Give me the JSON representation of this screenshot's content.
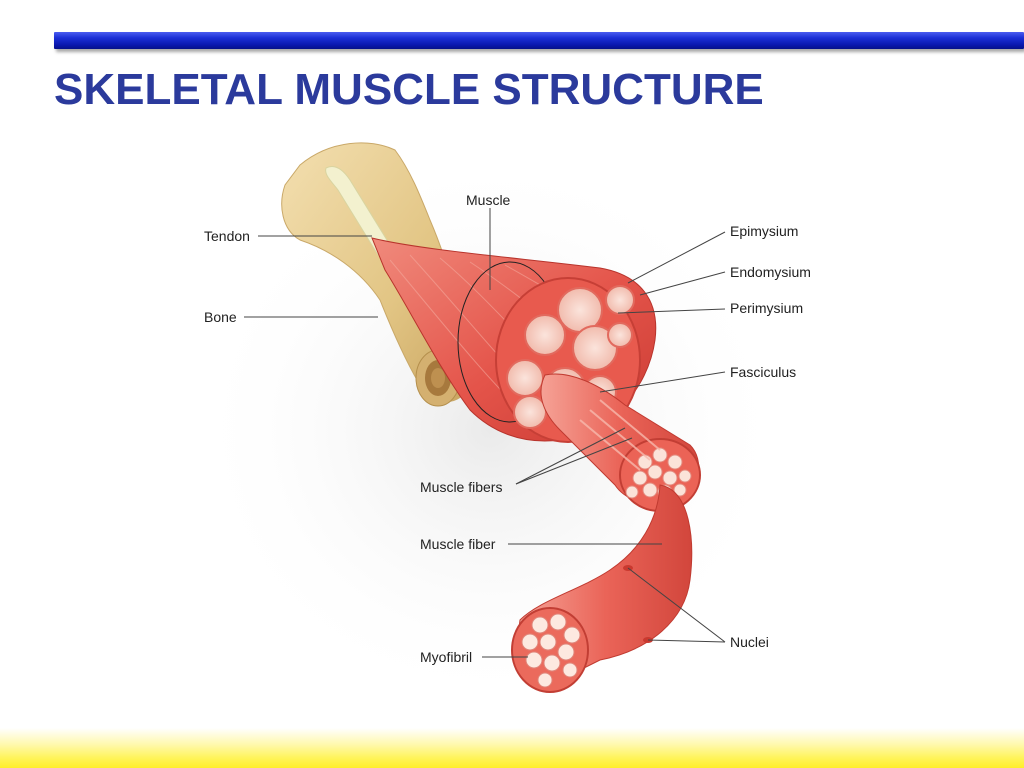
{
  "slide": {
    "title": "SKELETAL MUSCLE STRUCTURE"
  },
  "labels": {
    "muscle": "Muscle",
    "tendon": "Tendon",
    "bone": "Bone",
    "epimysium": "Epimysium",
    "endomysium": "Endomysium",
    "perimysium": "Perimysium",
    "fasciculus": "Fasciculus",
    "muscle_fibers": "Muscle fibers",
    "muscle_fiber": "Muscle fiber",
    "myofibril": "Myofibril",
    "nuclei": "Nuclei"
  },
  "colors": {
    "title": "#2b3a9c",
    "bar_blue": "#1b2fd6",
    "band_yellow": "#fff45a",
    "muscle_red": "#e8554a",
    "bone_tan": "#e8cf9a",
    "tendon_cream": "#f2f0c8"
  }
}
